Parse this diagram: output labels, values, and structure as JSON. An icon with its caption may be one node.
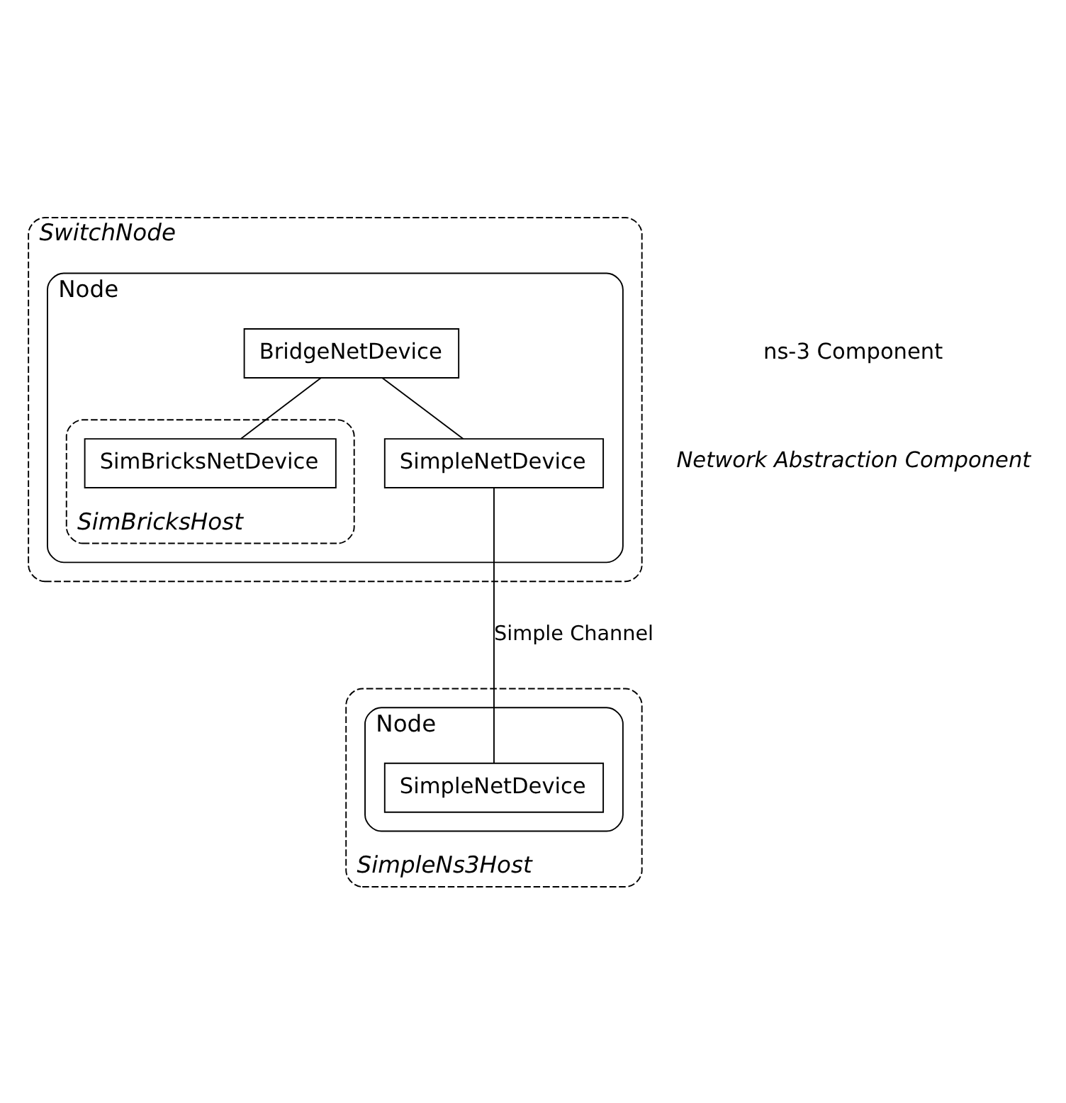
{
  "diagram": {
    "nodes": [
      {
        "text": [
          "SwitchNode"
        ]
      },
      {
        "text": [
          "Node"
        ],
        "in": 0
      },
      {
        "text": [
          "BridgeNetDevice"
        ],
        "in": 1
      },
      {
        "text": [
          "SimBricksHost"
        ],
        "in": 1
      },
      {
        "text": [
          "SimBricksNetDevice"
        ],
        "in": 3
      },
      {
        "text": [
          "SimpleNetDevice"
        ],
        "in": 1
      },
      {
        "text": [
          "SimpleNs3Host"
        ]
      },
      {
        "text": [
          "Node"
        ],
        "in": 6
      },
      {
        "text": [
          "SimpleNetDevice"
        ],
        "in": 7
      }
    ],
    "edges": [
      {
        "from": 2,
        "to": 4,
        "arrow": "none"
      },
      {
        "from": 2,
        "to": 5,
        "arrow": "none"
      },
      {
        "from": 5,
        "to": 8,
        "arrow": "none",
        "label": "Simple Channel"
      }
    ],
    "labels": [
      "ns-3 Component",
      "Network Abstraction Component"
    ]
  }
}
